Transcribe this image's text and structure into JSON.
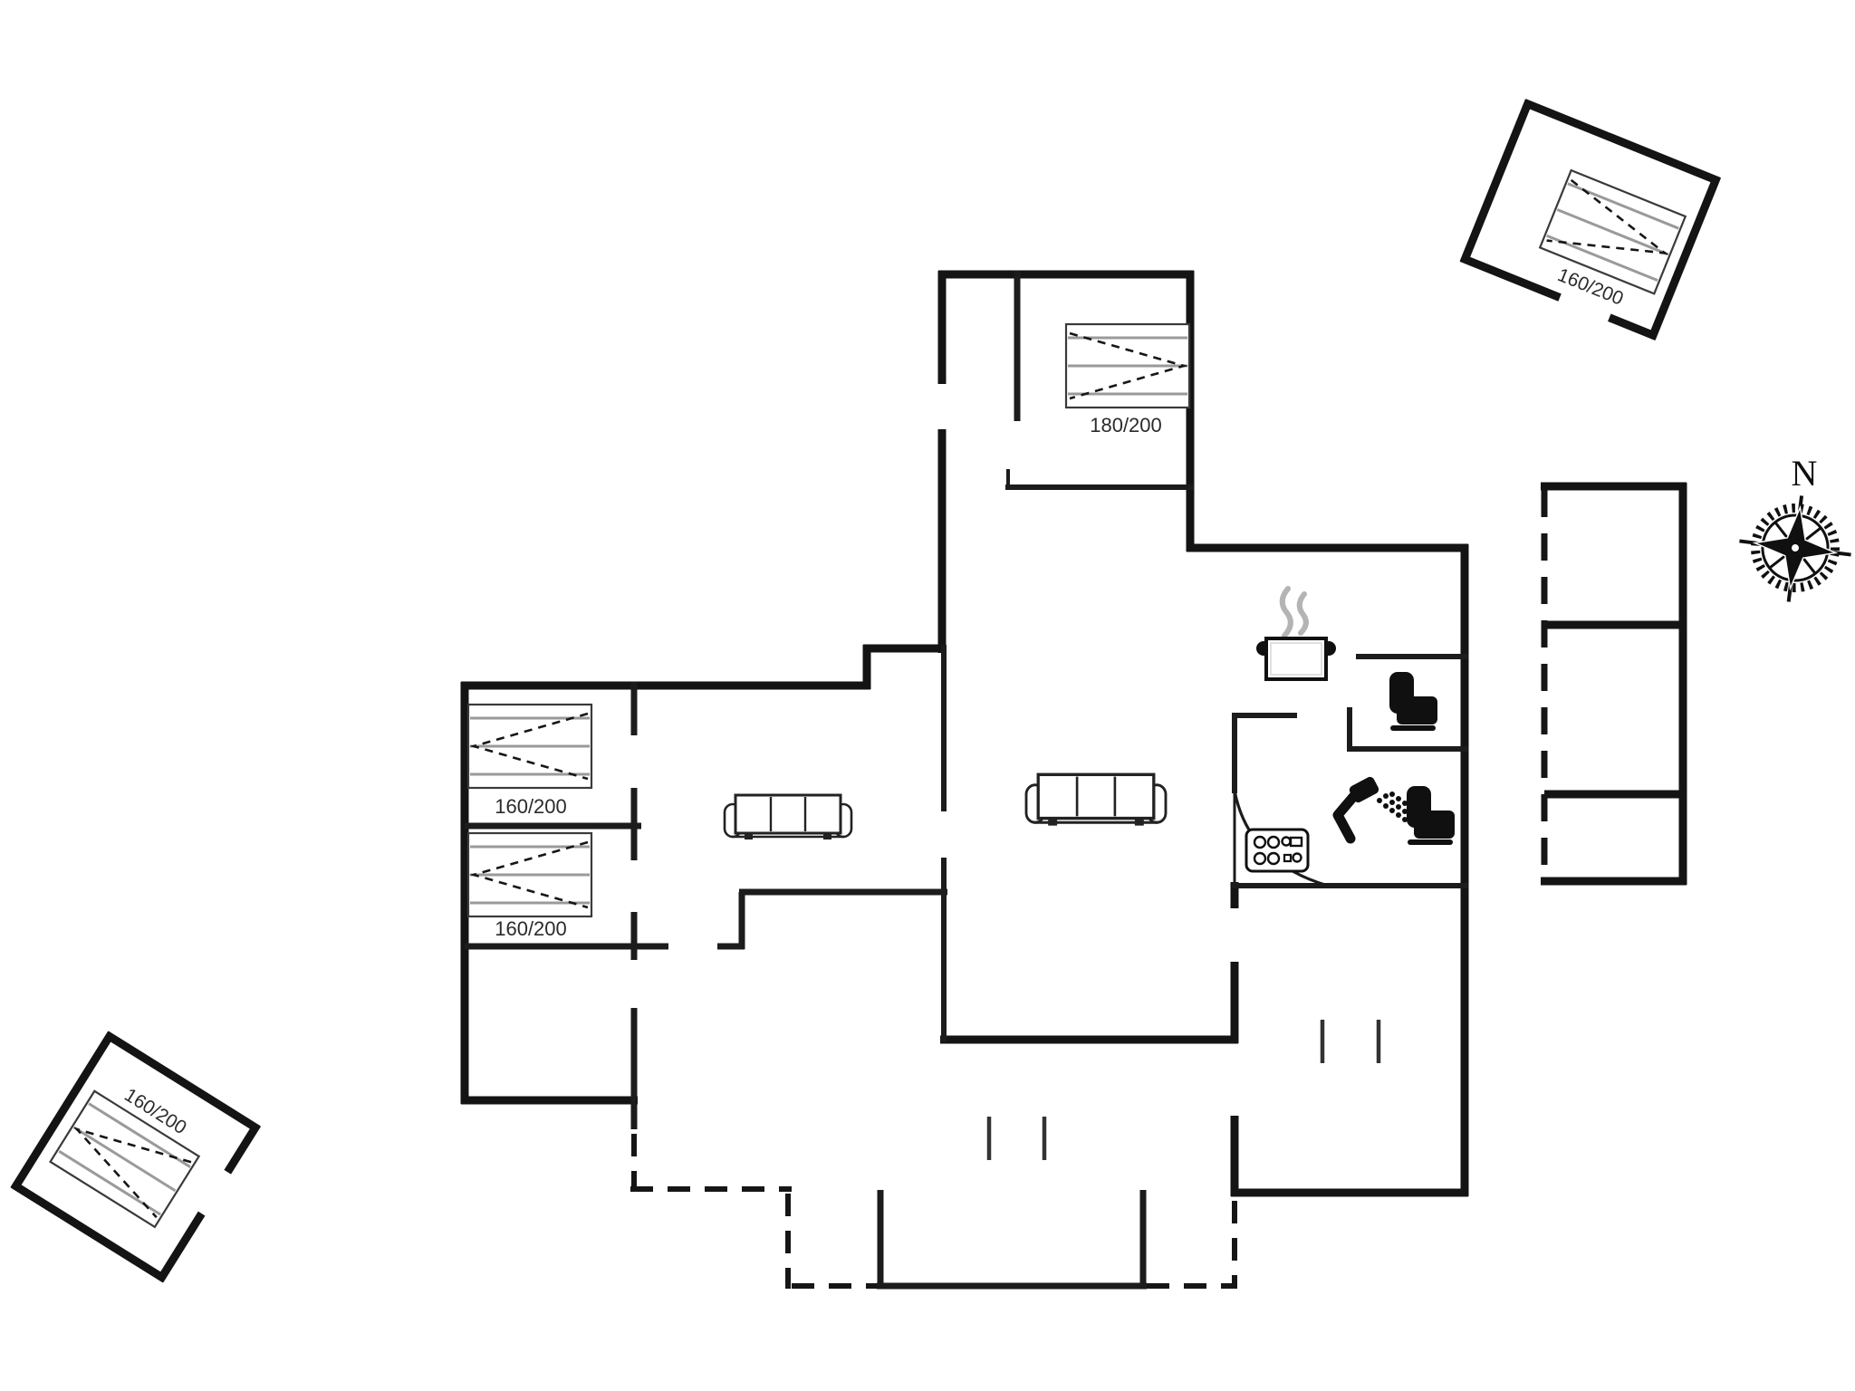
{
  "plan": {
    "compass": {
      "north_label": "N"
    },
    "labels": {
      "master_bed": "180/200",
      "west_bed_1": "160/200",
      "west_bed_2": "160/200",
      "ne_cabin_bed": "160/200",
      "sw_cabin_bed": "160/200"
    },
    "icons": {
      "bed": "double-bed-icon",
      "sofa": "sofa-icon",
      "toilet": "toilet-icon",
      "shower": "shower-icon",
      "stove": "stove-icon",
      "pot": "cooking-pot-icon",
      "compass": "compass-rose-icon"
    },
    "colors": {
      "wall": "#141414",
      "interior_wall": "#1c1c1c",
      "bed_line": "#9a9a9a",
      "label": "#2b2b2b",
      "background": "#ffffff"
    }
  }
}
